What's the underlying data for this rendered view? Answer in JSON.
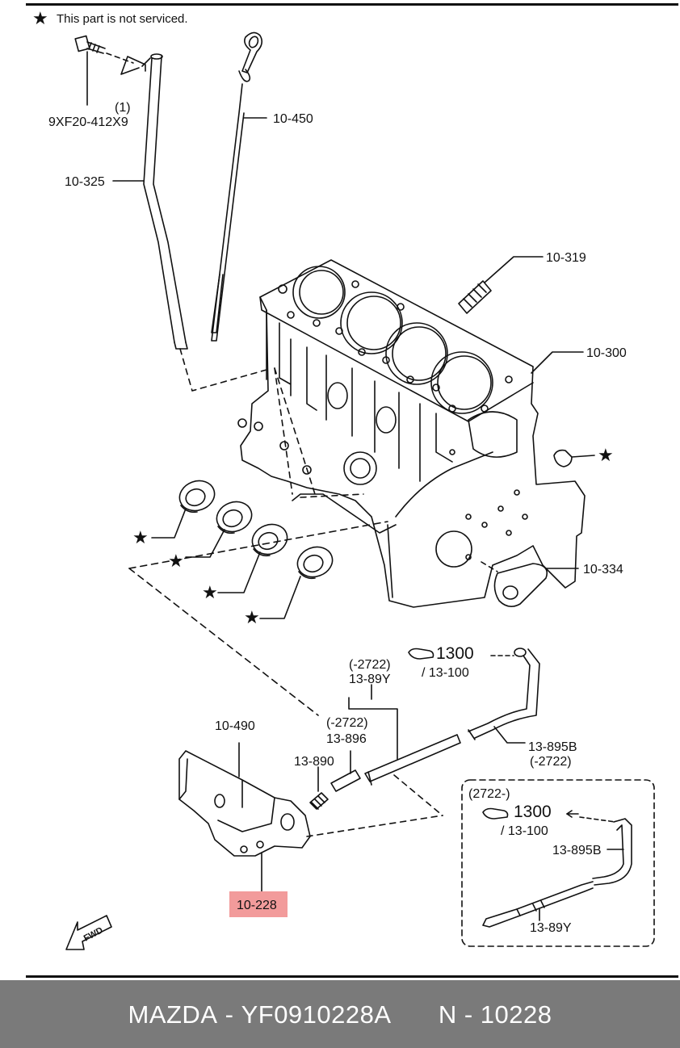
{
  "notice": {
    "star": "★",
    "text": "This part is not serviced."
  },
  "labels": {
    "bolt_qty": "(1)",
    "bolt_part": "9XF20-412X9",
    "tube": "10-325",
    "dipstick": "10-450",
    "stud": "10-319",
    "block": "10-300",
    "cover_plate": "10-334",
    "hose_range_top": "(-2722)",
    "hose_top": "13-89Y",
    "hose_range_mid": "(-2722)",
    "hose_mid": "13-896",
    "fitting": "13-890",
    "baffle": "10-490",
    "highlight": "10-228",
    "pipe_right": "13-895B",
    "pipe_right_range": "(-2722)",
    "ref_top_num": "1300",
    "ref_top_sub": "/ 13-100",
    "inset_range": "(2722-)",
    "inset_ref_num": "1300",
    "inset_ref_sub": "/ 13-100",
    "inset_pipe": "13-895B",
    "inset_hose": "13-89Y",
    "fwd": "FWD"
  },
  "colors": {
    "highlight": "#f29b9b",
    "footer_bg": "#7a7a7a",
    "line": "#111111"
  },
  "footer": {
    "brand": "MAZDA",
    "dash1": "-",
    "part_number": "YF0910228A",
    "n_label": "N",
    "dash2": "-",
    "n_number": "10228"
  }
}
